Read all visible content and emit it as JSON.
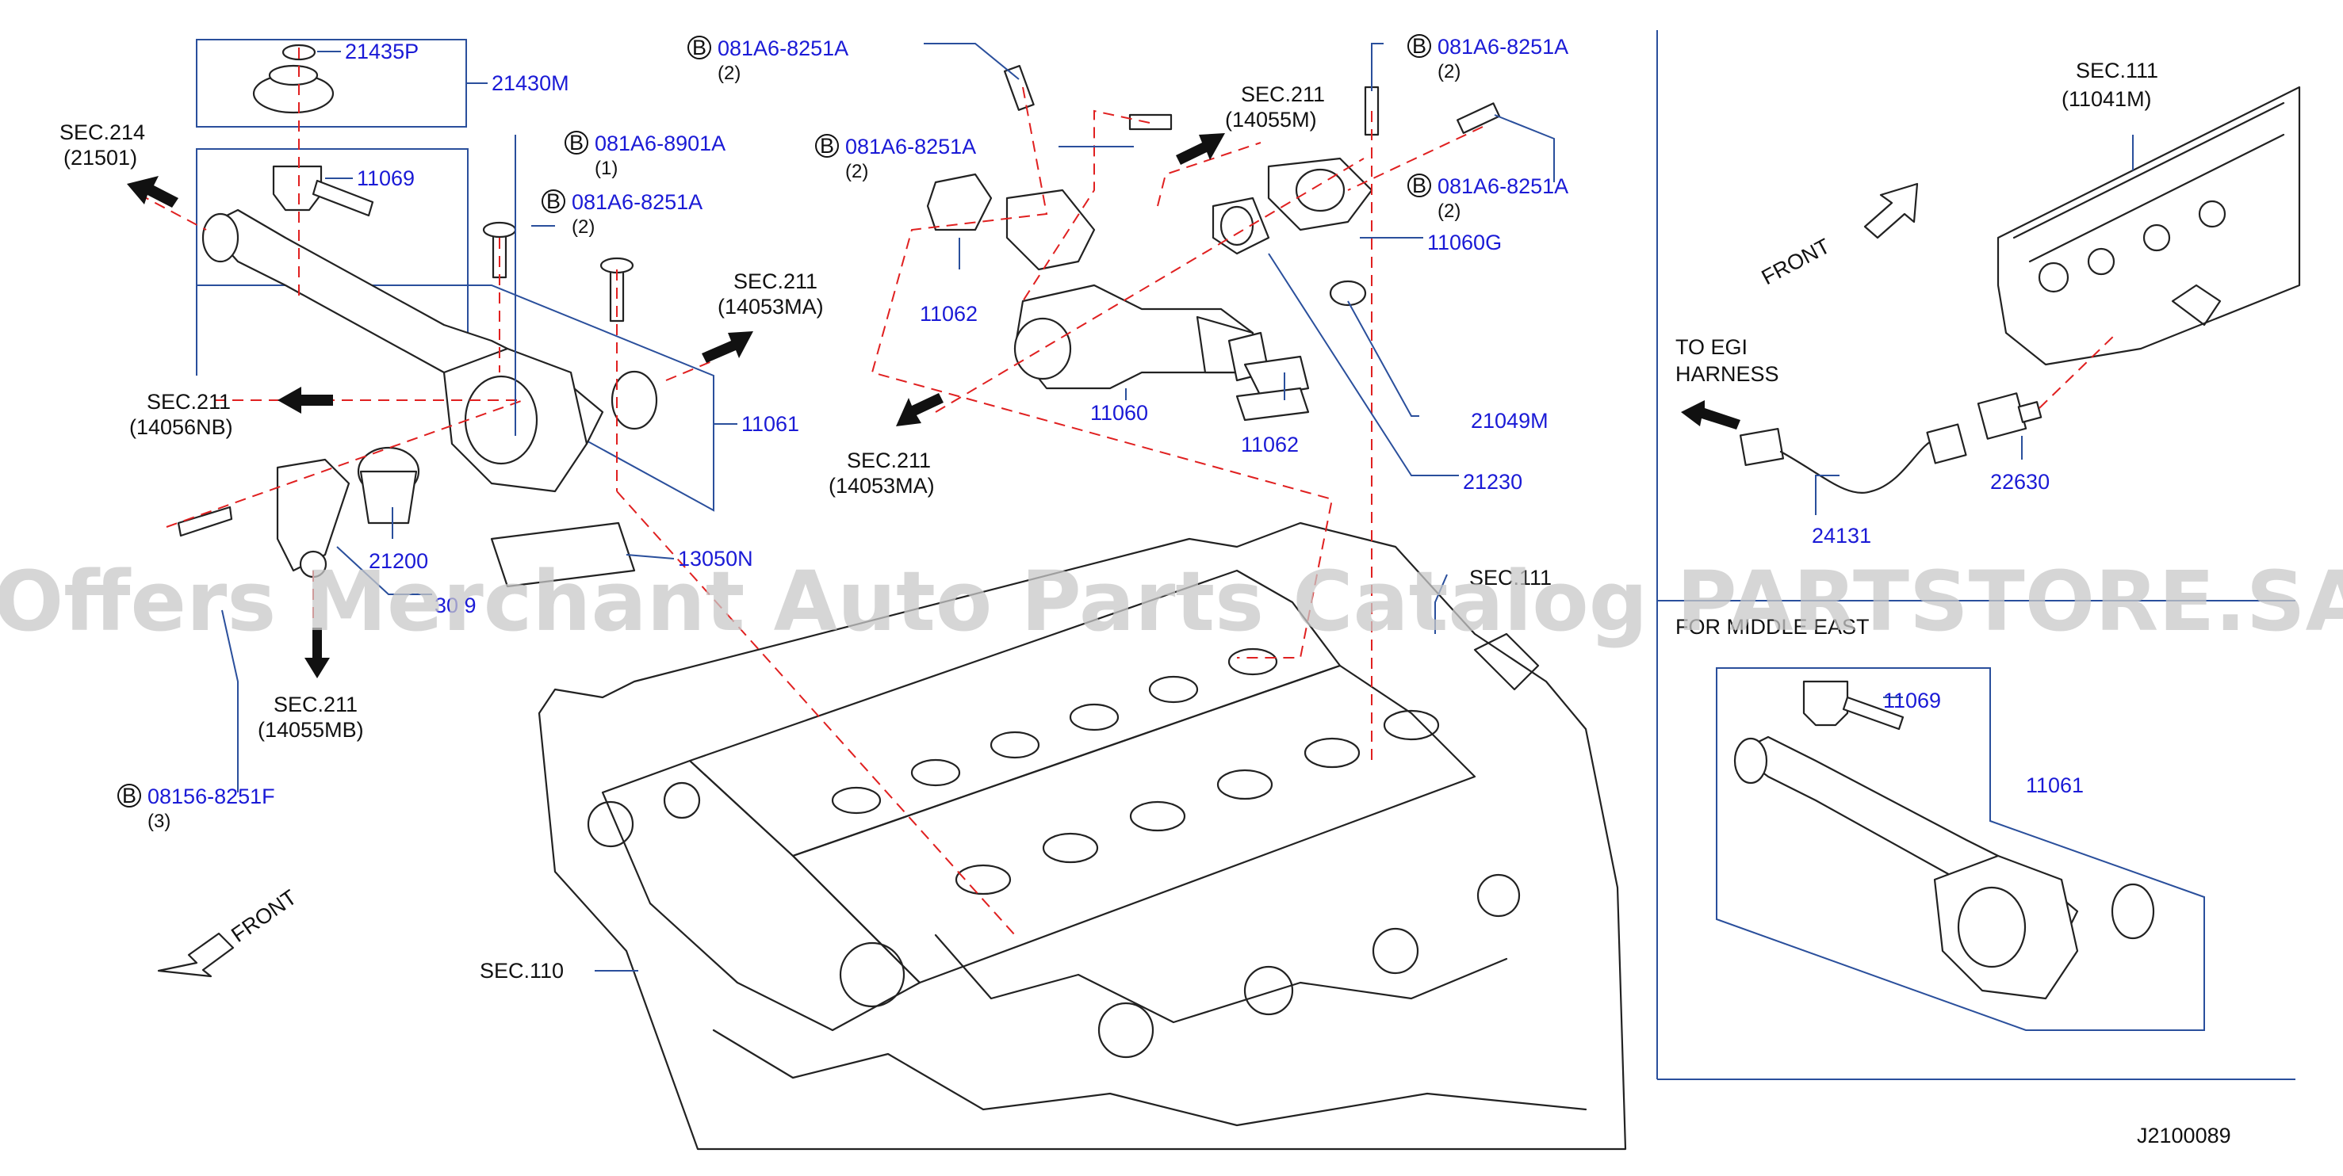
{
  "diagram_id": "J2100089",
  "watermark": "Offers Merchant Auto Parts Catalog PARTSTORE.SA",
  "badge_letter": "B",
  "labels": {
    "p21435P": "21435P",
    "p21430M": "21430M",
    "p11069": "11069",
    "p11061": "11061",
    "p21200": "21200",
    "p13050N": "13050N",
    "p30_9": "30 9",
    "p11062a": "11062",
    "p11062b": "11062",
    "p11060": "11060",
    "p11060G": "11060G",
    "p21049M": "21049M",
    "p21230": "21230",
    "p22630": "22630",
    "p24131": "24131",
    "p11069b": "11069",
    "p11061b": "11061"
  },
  "bolts": {
    "b1": {
      "part": "081A6-8251A",
      "qty": "(2)"
    },
    "b2": {
      "part": "081A6-8251A",
      "qty": "(2)"
    },
    "b3": {
      "part": "081A6-8901A",
      "qty": "(1)"
    },
    "b4": {
      "part": "081A6-8251A",
      "qty": "(2)"
    },
    "b5": {
      "part": "081A6-8251A",
      "qty": "(2)"
    },
    "b6": {
      "part": "081A6-8251A",
      "qty": "(2)"
    },
    "b7": {
      "part": "08156-8251F",
      "qty": "(3)"
    }
  },
  "sections": {
    "s214": {
      "sec": "SEC.214",
      "ref": "(21501)"
    },
    "s211_nb": {
      "sec": "SEC.211",
      "ref": "(14056NB)"
    },
    "s211_ma_top": {
      "sec": "SEC.211",
      "ref": "(14053MA)"
    },
    "s211_m": {
      "sec": "SEC.211",
      "ref": "(14055M)"
    },
    "s211_ma_mid": {
      "sec": "SEC.211",
      "ref": "(14053MA)"
    },
    "s211_mb": {
      "sec": "SEC.211",
      "ref": "(14055MB)"
    },
    "s111_main": {
      "sec": "SEC.111",
      "ref": ""
    },
    "s110": {
      "sec": "SEC.110",
      "ref": ""
    },
    "s111_right": {
      "sec": "SEC.111",
      "ref": "(11041M)"
    }
  },
  "annotations": {
    "front_left": "FRONT",
    "front_right": "FRONT",
    "to_egi_1": "TO   EGI",
    "to_egi_2": "HARNESS",
    "middle_east": "FOR MIDDLE EAST"
  }
}
